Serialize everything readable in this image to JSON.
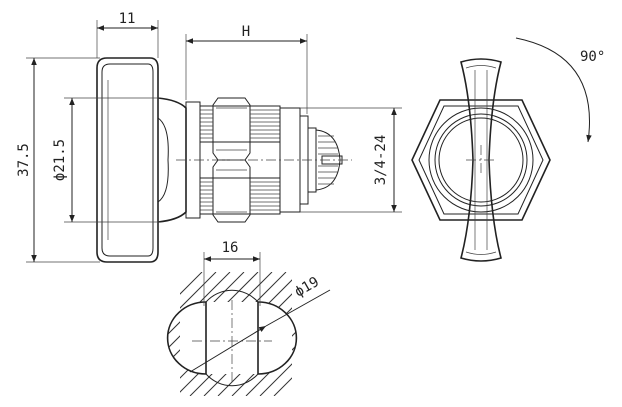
{
  "labels": {
    "width_top": "11",
    "length_h": "H",
    "height_total": "37.5",
    "knob_diameter": "ϕ21.5",
    "thread_size": "3/4-24",
    "rotation": "90°",
    "cutout_width": "16",
    "cutout_diameter": "ϕ19"
  }
}
